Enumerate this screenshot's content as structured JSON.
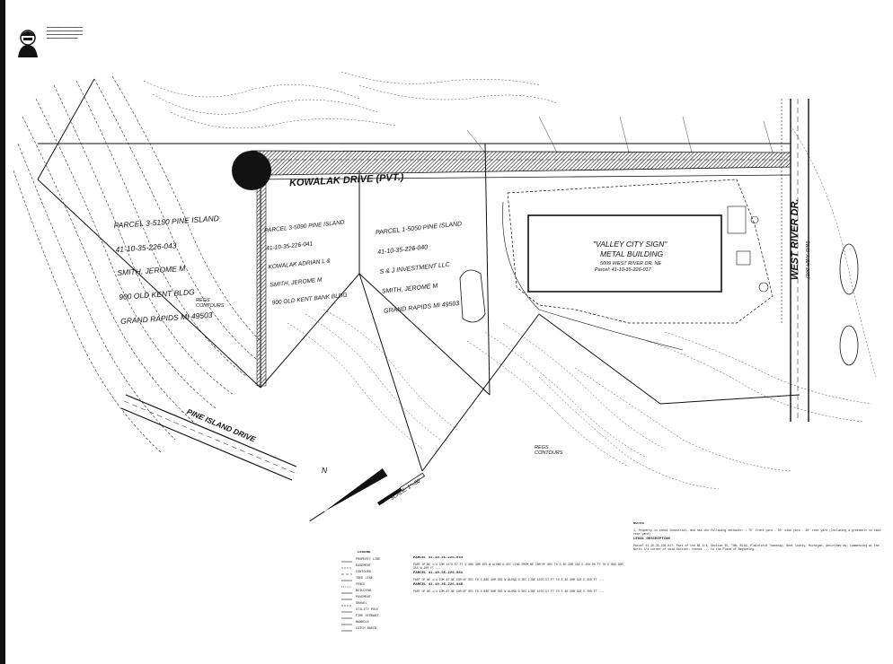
{
  "map": {
    "streets": {
      "kowalak_drive": "KOWALAK DRIVE (PVT.)",
      "west_river_dr": "WEST RIVER DR.",
      "west_river_row": "(100' HWY. R/W)",
      "pine_island_dr": "PINE ISLAND DRIVE"
    },
    "building": {
      "line1": "\"VALLEY CITY SIGN\"",
      "line2": "METAL BUILDING",
      "line3": "5009 WEST RIVER DR. NE",
      "line4": "Parcel: 41-10-35-226-017"
    },
    "parcels": [
      {
        "line1": "PARCEL 3-5150 PINE ISLAND",
        "line2": "41-10-35-226-043",
        "line3": "SMITH, JEROME M",
        "line4": "900 OLD KENT BLDG",
        "line5": "GRAND RAPIDS MI 49503"
      },
      {
        "line1": "PARCEL 3-5090 PINE ISLAND",
        "line2": "41-10-35-226-041",
        "line3": "KOWALAK ADRIAN L &",
        "line4": "SMITH, JEROME M",
        "line5": "900 OLD KENT BANK BLDG"
      },
      {
        "line1": "PARCEL 1-5050 PINE ISLAND",
        "line2": "41-10-35-226-040",
        "line3": "S & J INVESTMENT LLC",
        "line4": "SMITH, JEROME M",
        "line5": "GRAND RAPIDS MI 49503"
      }
    ],
    "contour_labels": [
      "REGS CONTOURS",
      "REGS CONTOURS"
    ],
    "scale": "SCALE: 1\"=80'",
    "north_label": "N"
  },
  "notes": {
    "title": "NOTES",
    "body": "1. Property is zoned Industrial, and has the following setbacks: - 75' front yard - 30' side yard - 30' rear yard (Including a greenbelt in said rear yard)",
    "legal_title": "LEGAL DESCRIPTION",
    "legal_body": "Parcel 41-10-35-226-017: Part of the NE 1/4, Section 35, T8N, R11W, Plainfield Township, Kent County, Michigan, described as: Commencing at the North 1/4 corner of said Section; thence ... to the Place of Beginning."
  },
  "legend": {
    "title": "LEGEND",
    "items": [
      "PROPERTY LINE",
      "EASEMENT",
      "CONTOURS",
      "TREE LINE",
      "FENCE",
      "BUILDING",
      "PAVEMENT",
      "GRAVEL",
      "UTILITY POLE",
      "FIRE HYDRANT",
      "MANHOLE",
      "CATCH BASIN"
    ]
  },
  "parcel_desc": [
    {
      "title": "PARCEL 41-10-35-226-043",
      "text": "PART OF NE 1/4 COM 1470.57 FT S 88D 30M 35S W ALONG N SEC LINE FROM NE COR OF SEC TH S 4D 20M 33S E 450.00 FT TH S 88D 30M 35S W 200 FT ..."
    },
    {
      "title": "PARCEL 41-10-35-226-041",
      "text": "PART OF NE 1/4 COM AT NE COR OF SEC TH S 88D 30M 35S W ALONG N SEC LINE 1070.57 FT TH S 4D 20M 33S E 450 FT ..."
    },
    {
      "title": "PARCEL 41-10-35-226-040",
      "text": "PART OF NE 1/4 COM AT NE COR OF SEC TH S 88D 30M 35S W ALONG N SEC LINE 1070.57 FT TH S 4D 20M 33S E 700 FT ..."
    }
  ]
}
